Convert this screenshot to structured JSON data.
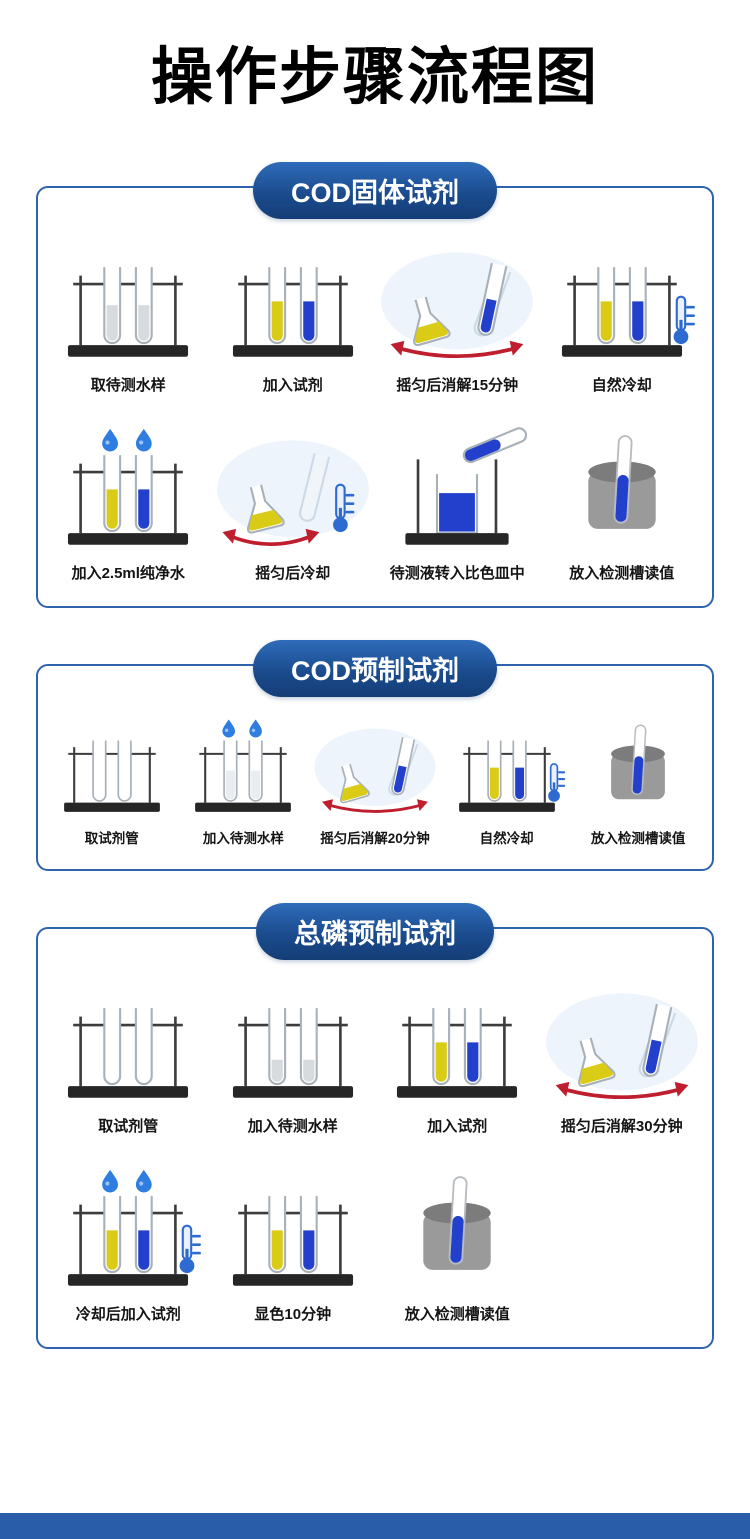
{
  "title": "操作步骤流程图",
  "colors": {
    "box_border_blue": "#2e63ae",
    "pill_blue": "#1b4c8e",
    "liquid_yellow": "#d9cb16",
    "liquid_blue": "#2240cc",
    "arrow_red": "#bf1e2e",
    "footer_blue": "#2a5da9"
  },
  "sections": [
    {
      "title": "COD固体试剂",
      "steps": [
        {
          "label": "取待测水样",
          "icon": "rack-tubes-sample"
        },
        {
          "label": "加入试剂",
          "icon": "rack-tubes-reagent"
        },
        {
          "label": "摇匀后消解15分钟",
          "icon": "shake-digest"
        },
        {
          "label": "自然冷却",
          "icon": "rack-tubes-cooling"
        },
        {
          "label": "加入2.5ml纯净水",
          "icon": "drops-rack-tubes"
        },
        {
          "label": "摇匀后冷却",
          "icon": "shake-cooling"
        },
        {
          "label": "待测液转入比色皿中",
          "icon": "pour-beaker"
        },
        {
          "label": "放入检测槽读值",
          "icon": "detection-slot"
        }
      ]
    },
    {
      "title": "COD预制试剂",
      "steps": [
        {
          "label": "取试剂管",
          "icon": "rack-tubes-empty"
        },
        {
          "label": "加入待测水样",
          "icon": "drops-rack-tubes-clear"
        },
        {
          "label": "摇匀后消解20分钟",
          "icon": "shake-digest"
        },
        {
          "label": "自然冷却",
          "icon": "rack-tubes-cooling"
        },
        {
          "label": "放入检测槽读值",
          "icon": "detection-slot"
        }
      ]
    },
    {
      "title": "总磷预制试剂",
      "steps": [
        {
          "label": "取试剂管",
          "icon": "rack-tubes-empty"
        },
        {
          "label": "加入待测水样",
          "icon": "rack-tubes-sample-small"
        },
        {
          "label": "加入试剂",
          "icon": "rack-tubes-reagent"
        },
        {
          "label": "摇匀后消解30分钟",
          "icon": "shake-digest"
        },
        {
          "label": "冷却后加入试剂",
          "icon": "drops-rack-tubes-cooling"
        },
        {
          "label": "显色10分钟",
          "icon": "rack-tubes-reagent"
        },
        {
          "label": "放入检测槽读值",
          "icon": "detection-slot"
        }
      ]
    }
  ]
}
